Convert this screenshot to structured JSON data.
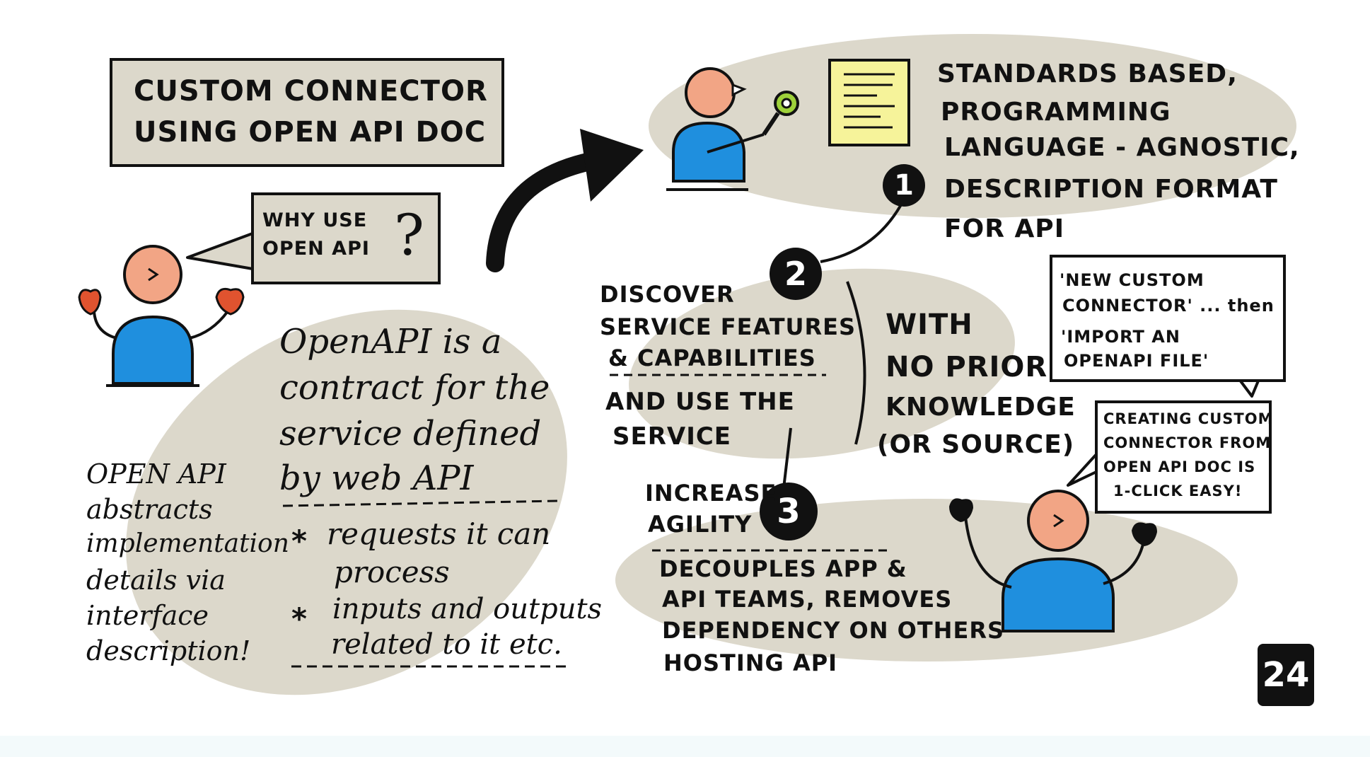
{
  "title": {
    "line1": "CUSTOM CONNECTOR",
    "line2": "USING OPEN API DOC"
  },
  "why_bubble": {
    "line1": "WHY USE",
    "line2": "OPEN API",
    "mark": "?"
  },
  "standards": {
    "lines": [
      "STANDARDS BASED,",
      "PROGRAMMING",
      "LANGUAGE - AGNOSTIC,",
      "DESCRIPTION FORMAT",
      "FOR API"
    ]
  },
  "contract": {
    "lines": [
      "OpenAPI is a",
      "contract for the",
      "service defined",
      "by web API"
    ],
    "bullets": [
      {
        "star": "*",
        "line1": "requests it can",
        "line2": "process"
      },
      {
        "star": "*",
        "line1": "inputs and outputs",
        "line2": "related to it etc."
      }
    ]
  },
  "abstracts": {
    "lines": [
      "OPEN API",
      "abstracts",
      "implementation",
      "details via",
      "interface",
      "description!"
    ]
  },
  "benefits": {
    "b1": "1",
    "b2": "2",
    "b3": "3",
    "discover": [
      "DISCOVER",
      "SERVICE FEATURES",
      "& CAPABILITIES"
    ],
    "use": [
      "AND USE THE",
      "SERVICE"
    ],
    "with": [
      "WITH",
      "NO PRIOR",
      "KNOWLEDGE",
      "(OR SOURCE)"
    ],
    "agility": [
      "INCREASE",
      "AGILITY"
    ],
    "decouples": [
      "DECOUPLES APP &",
      "API TEAMS, REMOVES",
      "DEPENDENCY ON OTHERS",
      "HOSTING API"
    ]
  },
  "right_bubble_top": {
    "lines": [
      "'NEW CUSTOM",
      "CONNECTOR' ... then",
      "'IMPORT AN",
      "OPENAPI FILE'"
    ]
  },
  "right_bubble_bottom": {
    "lines": [
      "CREATING CUSTOM",
      "CONNECTOR FROM",
      "OPEN API DOC IS",
      "1-CLICK EASY!"
    ]
  },
  "page_number": "24",
  "colors": {
    "ellipse": "#dcd8cb",
    "skin": "#f2a585",
    "shirt": "#1f8fde",
    "mitten": "#e0532f",
    "doc": "#f6f39a",
    "key": "#9ed13a"
  }
}
